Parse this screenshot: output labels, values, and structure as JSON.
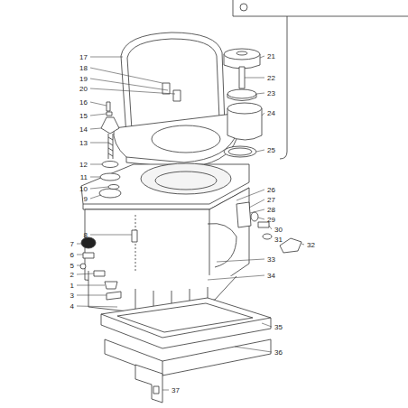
{
  "diagram": {
    "labels": [
      "17",
      "18",
      "19",
      "20",
      "16",
      "15",
      "14",
      "13",
      "12",
      "11",
      "10",
      "9",
      "8",
      "7",
      "6",
      "5",
      "2",
      "1",
      "3",
      "4",
      "21",
      "22",
      "23",
      "24",
      "25",
      "26",
      "27",
      "28",
      "29",
      "30",
      "31",
      "32",
      "33",
      "34",
      "35",
      "36",
      "37"
    ]
  }
}
